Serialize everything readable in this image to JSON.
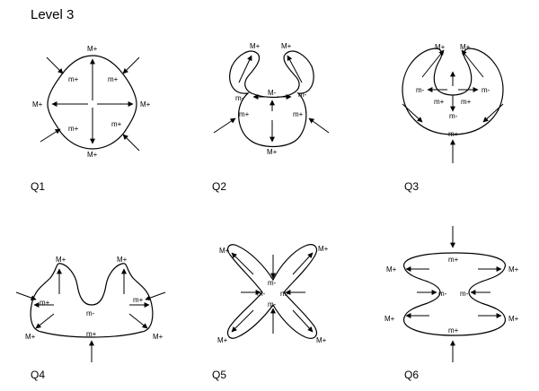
{
  "title": "Level 3",
  "panels": [
    {
      "id": "q1",
      "caption": "Q1",
      "labels": [
        "M+",
        "M+",
        "M+",
        "M+",
        "m+",
        "m+",
        "m+",
        "m+"
      ]
    },
    {
      "id": "q2",
      "caption": "Q2",
      "labels": [
        "M+",
        "M+",
        "m-",
        "m-",
        "M-",
        "m+",
        "m+",
        "M+"
      ]
    },
    {
      "id": "q3",
      "caption": "Q3",
      "labels": [
        "M+",
        "M+",
        "m-",
        "m-",
        "m+",
        "m+",
        "m-",
        "m+"
      ]
    },
    {
      "id": "q4",
      "caption": "Q4",
      "labels": [
        "M+",
        "M+",
        "m+",
        "m+",
        "m-",
        "M+",
        "M+",
        "m+"
      ]
    },
    {
      "id": "q5",
      "caption": "Q5",
      "labels": [
        "M+",
        "M+",
        "m-",
        "m-",
        "m-",
        "m-",
        "M+",
        "M+"
      ]
    },
    {
      "id": "q6",
      "caption": "Q6",
      "labels": [
        "m+",
        "M+",
        "M+",
        "m-",
        "m-",
        "M+",
        "M+",
        "m+"
      ]
    }
  ]
}
